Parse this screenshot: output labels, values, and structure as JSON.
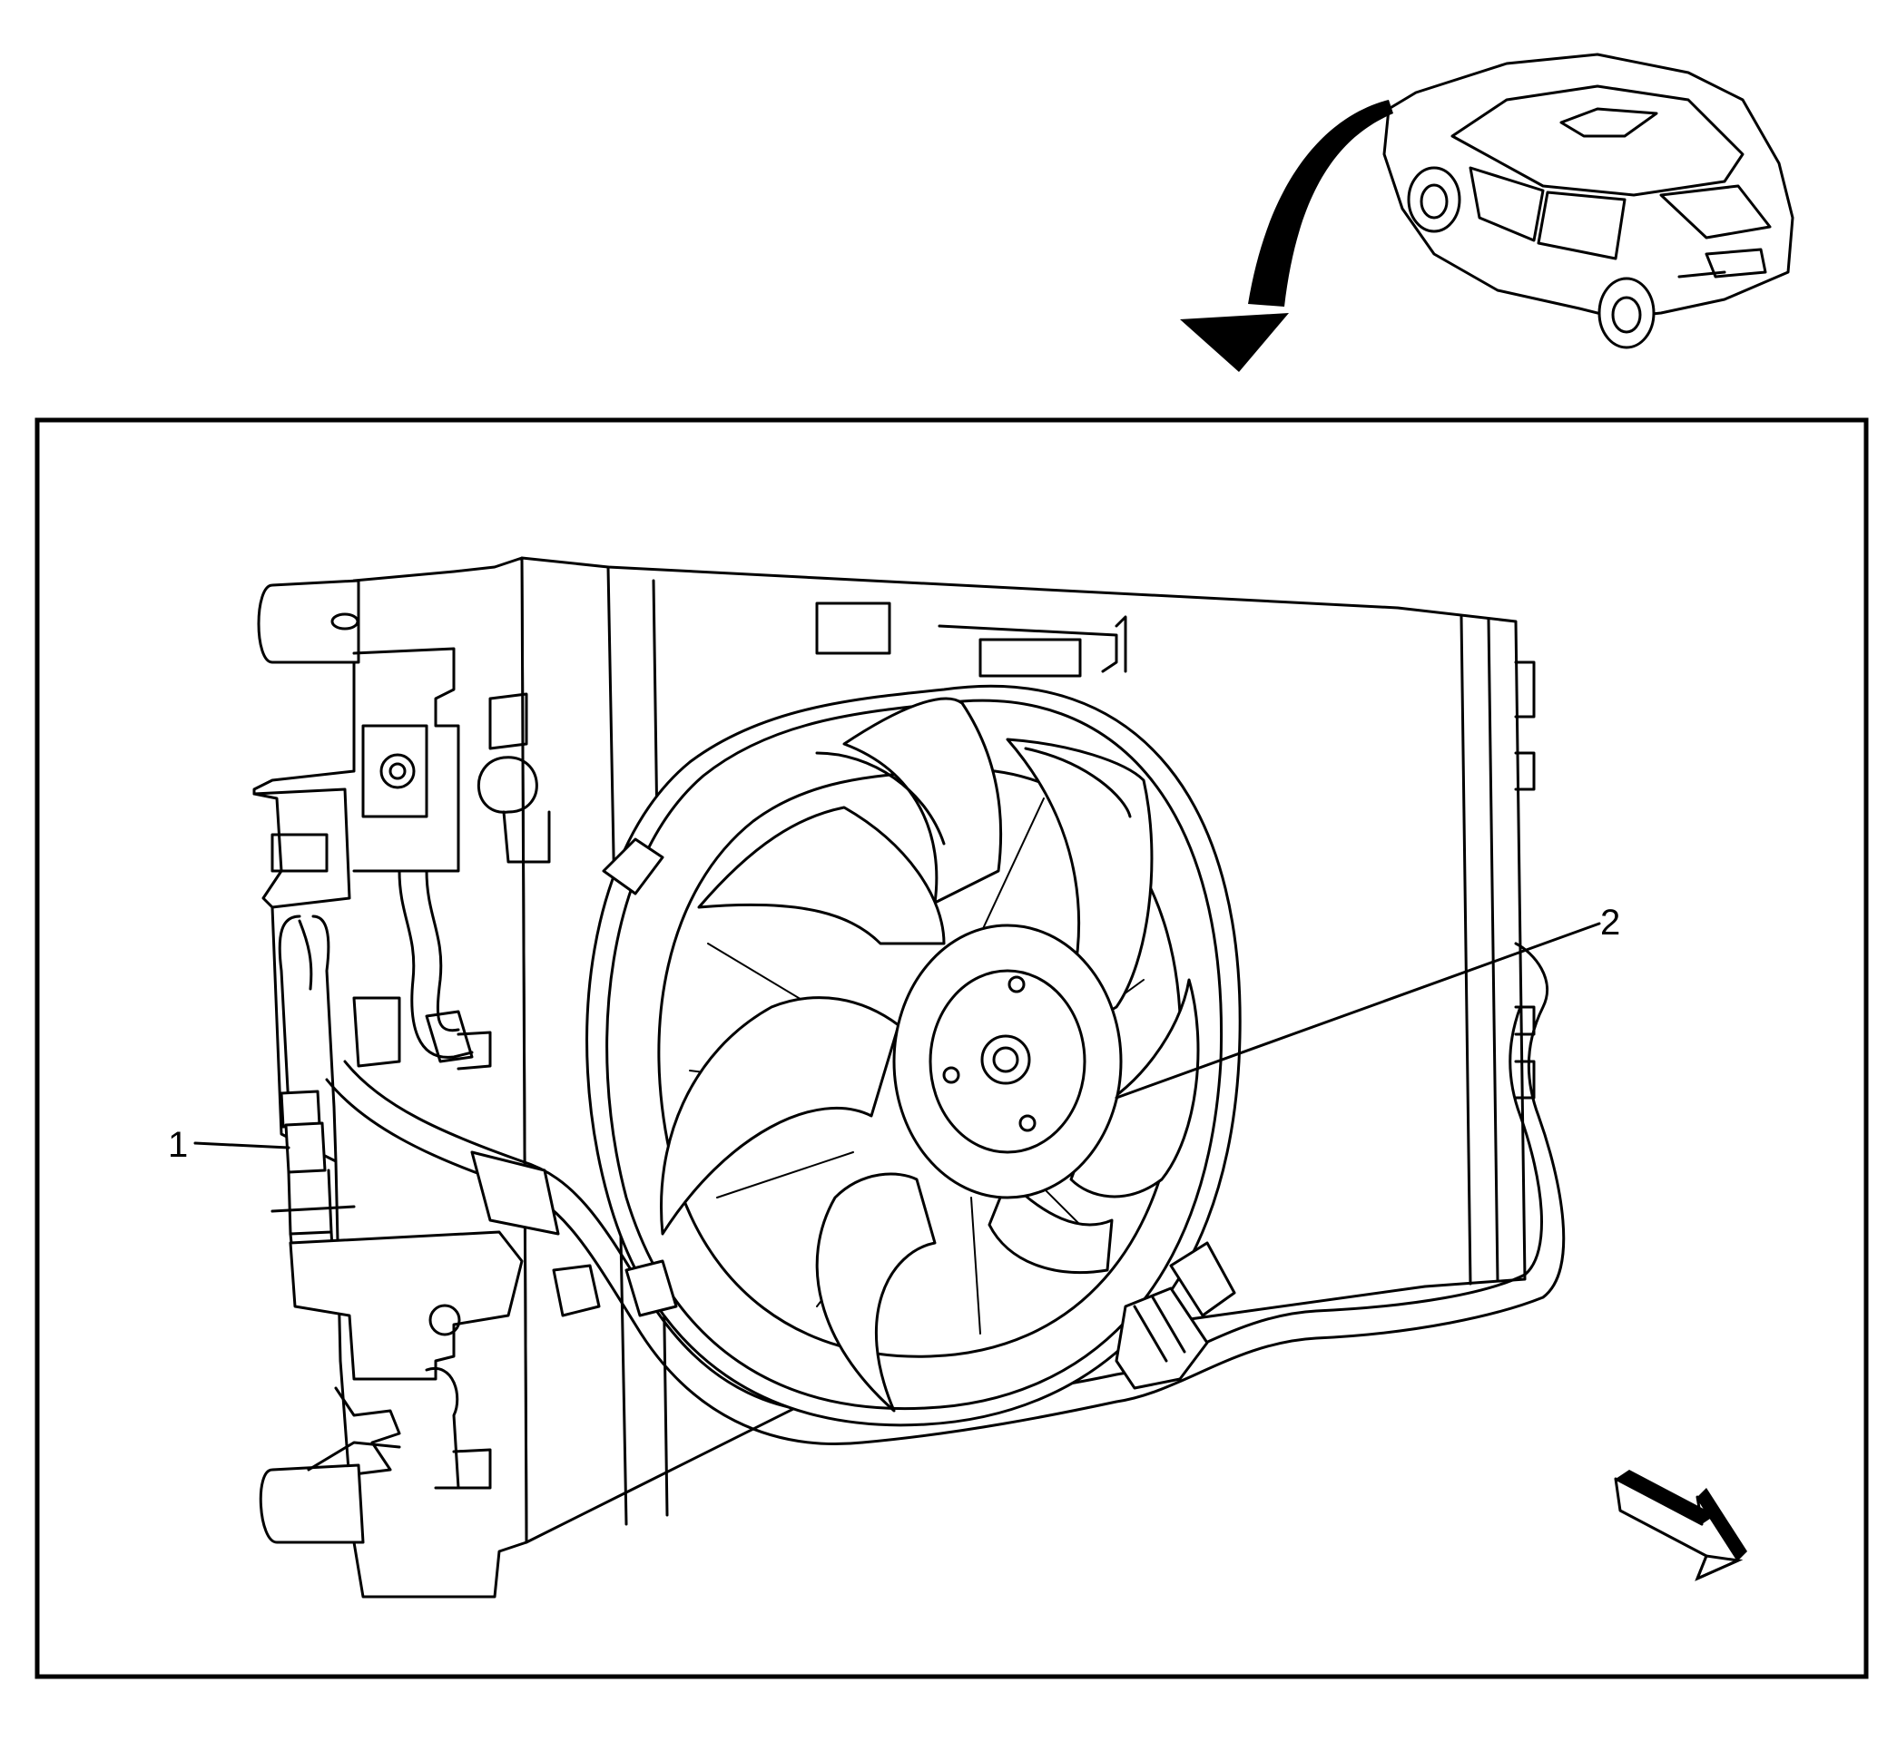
{
  "callouts": [
    {
      "id": "1",
      "label": "1"
    },
    {
      "id": "2",
      "label": "2"
    }
  ],
  "colors": {
    "line": "#000000",
    "background": "#ffffff"
  },
  "icons": [
    "vehicle-location-icon",
    "view-direction-arrow-icon",
    "front-direction-arrow-icon"
  ]
}
